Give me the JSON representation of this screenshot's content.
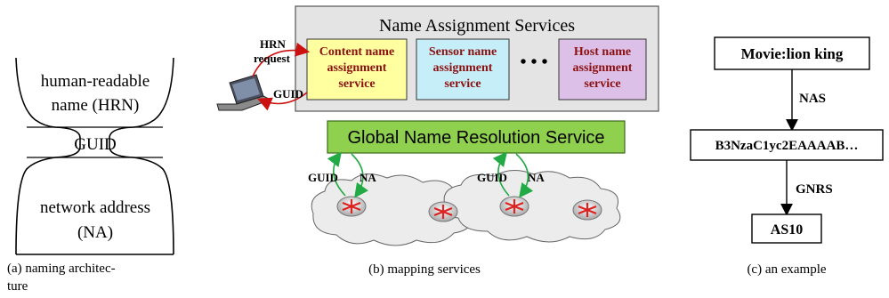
{
  "panel_a": {
    "hrn_line1": "human-readable",
    "hrn_line2": "name (HRN)",
    "guid": "GUID",
    "na_line1": "network address",
    "na_line2": "(NA)",
    "caption_line1": "(a)  naming  architec-",
    "caption_line2": "ture"
  },
  "panel_b": {
    "nas_title": "Name Assignment Services",
    "content_service": [
      "Content name",
      "assignment",
      "service"
    ],
    "sensor_service": [
      "Sensor name",
      "assignment",
      "service"
    ],
    "host_service": [
      "Host name",
      "assignment",
      "service"
    ],
    "ellipsis": "• • •",
    "hrn_request_line1": "HRN",
    "hrn_request_line2": "request",
    "guid_return": "GUID",
    "gnrs": "Global Name Resolution Service",
    "left_guid": "GUID",
    "left_na": "NA",
    "right_guid": "GUID",
    "right_na": "NA",
    "caption": "(b) mapping services",
    "colors": {
      "content": "#ffffa0",
      "sensor": "#c6eef8",
      "host": "#dcc0e8",
      "nas_bg": "#e4e4e4",
      "gnrs": "#8fd14f",
      "arrow_red": "#cc1111",
      "arrow_green": "#22aa44"
    }
  },
  "panel_c": {
    "movie": "Movie:lion king",
    "nas": "NAS",
    "guid_value": "B3NzaC1yc2EAAAAB…",
    "gnrs": "GNRS",
    "as": "AS10",
    "caption": "(c) an example"
  }
}
